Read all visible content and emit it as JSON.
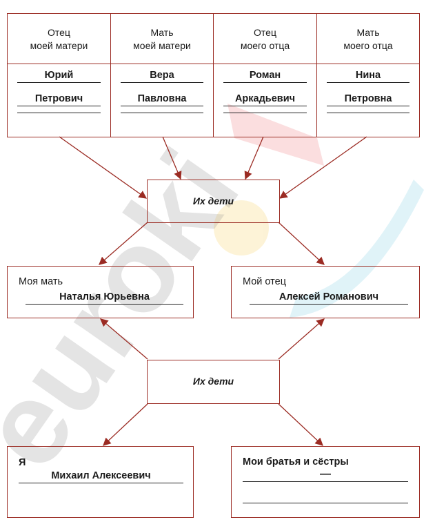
{
  "grandparents": [
    {
      "header": "Отец\nмоей матери",
      "first_name": "Юрий",
      "patronymic": "Петрович",
      "third_line": ""
    },
    {
      "header": "Мать\nмоей матери",
      "first_name": "Вера",
      "patronymic": "Павловна",
      "third_line": ""
    },
    {
      "header": "Отец\nмоего отца",
      "first_name": "Роман",
      "patronymic": "Аркадьевич",
      "third_line": ""
    },
    {
      "header": "Мать\nмоего отца",
      "first_name": "Нина",
      "patronymic": "Петровна",
      "third_line": ""
    }
  ],
  "children_label_top": "Их дети",
  "mother": {
    "label": "Моя мать",
    "name": "Наталья Юрьевна"
  },
  "father": {
    "label": "Мой отец",
    "name": "Алексей Романович"
  },
  "children_label_bottom": "Их дети",
  "me": {
    "label": "Я",
    "name": "Михаил Алексеевич"
  },
  "siblings": {
    "label": "Мои братья и сёстры",
    "value": "—"
  },
  "watermark": "euroki",
  "colors": {
    "border": "#9b2b23",
    "line": "#222222"
  }
}
